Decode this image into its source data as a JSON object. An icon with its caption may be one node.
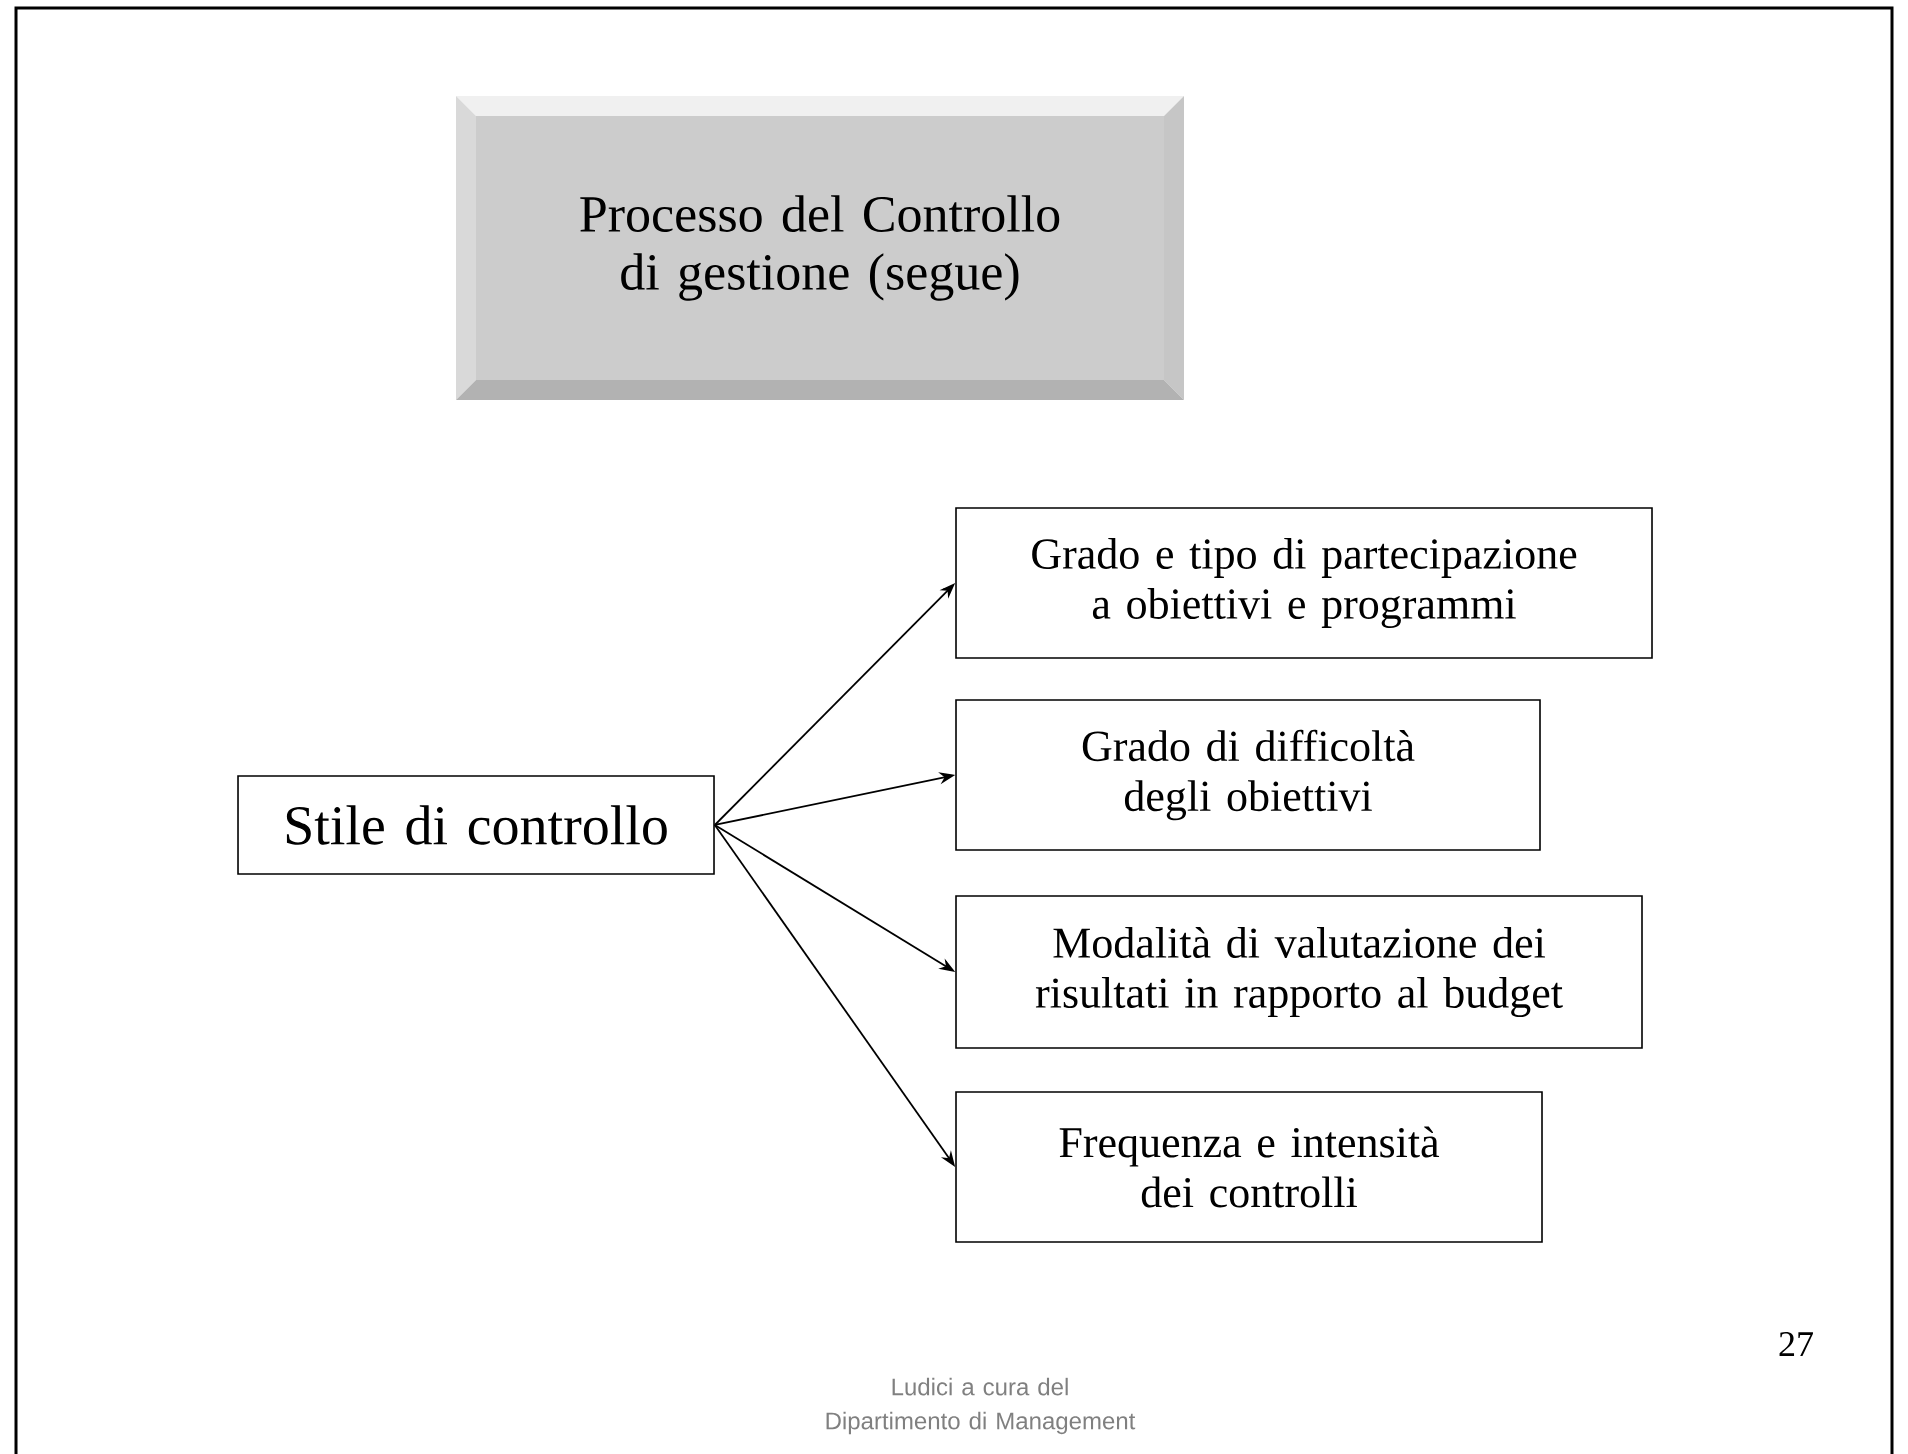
{
  "diagram": {
    "nodes": [
      {
        "text": [
          "Processo del Controllo di gestione (segue)"
        ]
      },
      {
        "text": [
          "Stile di controllo"
        ]
      },
      {
        "text": [
          "Grado e tipo di partecipazione a obiettivi e programmi"
        ]
      },
      {
        "text": [
          "Grado di difficoltà degli obiettivi"
        ]
      },
      {
        "text": [
          "Modalità di valutazione dei risultati in rapporto al budget"
        ]
      },
      {
        "text": [
          "Frequenza e intensità dei controlli"
        ]
      }
    ],
    "edges": [
      {
        "from": 1,
        "to": 2,
        "arrow": "to"
      },
      {
        "from": 1,
        "to": 3,
        "arrow": "to"
      },
      {
        "from": 1,
        "to": 4,
        "arrow": "to"
      },
      {
        "from": 1,
        "to": 5,
        "arrow": "to"
      }
    ],
    "labels": [
      "Ludici a cura del Dipartimento di Management",
      "27"
    ]
  }
}
